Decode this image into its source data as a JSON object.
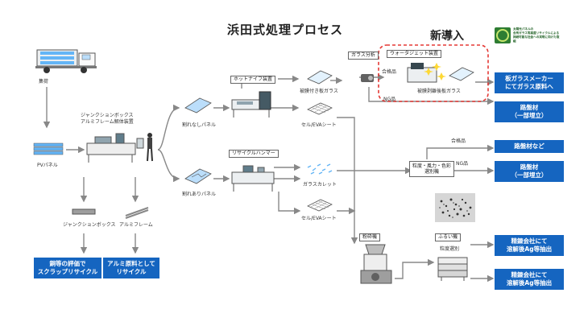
{
  "title": "浜田式処理プロセス",
  "new_badge": "新導入",
  "logo": {
    "line1": "太陽光パネルの",
    "line2": "含有ガラス等高度リサイクルによる",
    "line3": "持続可能な社会への実現に向けた取組",
    "bg": "#2e7d32"
  },
  "labels": {
    "collect": "集荷",
    "jb_al_line1": "ジャンクションボックス",
    "jb_al_line2": "アルミフレーム解体装置",
    "pv_panel": "PVパネル",
    "hot_knife": "ホットナイフ装置",
    "recycle_hammer": "リサイクルハンマー",
    "glass_analysis": "ガラス分析",
    "water_jet": "ウォータジェット装置",
    "pass_item": "合格品",
    "ng_item": "NG品",
    "peeled_glass": "被膜付き板ガラス",
    "coat_removed_glass": "被膜剥離後板ガラス",
    "no_crack_panel": "割れなしパネル",
    "cracked_panel": "割れありパネル",
    "cell_eva_1": "セル/EVAシート",
    "cell_eva_2": "セル/EVAシート",
    "glass_cullet": "ガラスカレット",
    "junction_box": "ジャンクションボックス",
    "al_frame": "アルミフレーム",
    "sort_line1": "粒度・風力・色彩",
    "sort_line2": "選別機",
    "pass_item_2": "合格品",
    "ng_item_2": "NG品",
    "crusher": "粉砕機",
    "sieve": "ふるい機",
    "grain_sort": "粒度選別"
  },
  "outputs": {
    "copper_line1": "銅等の評価で",
    "copper_line2": "スクラップリサイクル",
    "al_line1": "アルミ原料として",
    "al_line2": "リサイクル",
    "plate_glass_line1": "板ガラスメーカー",
    "plate_glass_line2": "にてガラス原料へ",
    "road_1_line1": "路盤材",
    "road_1_line2": "（一部埋立）",
    "road_2": "路盤材など",
    "road_3_line1": "路盤材",
    "road_3_line2": "（一部埋立）",
    "smelter_1_line1": "精錬会社にて",
    "smelter_1_line2": "溶解後Ag等抽出",
    "smelter_2_line1": "精錬会社にて",
    "smelter_2_line2": "溶解後Ag等抽出"
  },
  "colors": {
    "output_box": "#1565c0",
    "new_box": "#e53935",
    "arrow": "#9e9e9e",
    "flow_line": "#888888"
  }
}
